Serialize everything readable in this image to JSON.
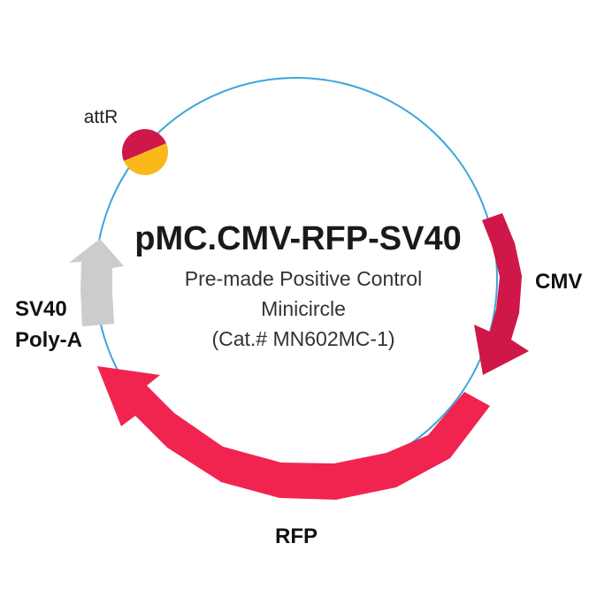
{
  "plasmid": {
    "name": "pMC.CMV-RFP-SV40",
    "description_lines": [
      "Pre-made Positive Control",
      "Minicircle",
      "(Cat.# MN602MC-1)"
    ]
  },
  "features": [
    {
      "id": "cmv",
      "label": "CMV",
      "color": "#d0174a"
    },
    {
      "id": "rfp",
      "label": "RFP",
      "color": "#f0244f"
    },
    {
      "id": "sv40",
      "label_lines": [
        "SV40",
        "Poly-A"
      ],
      "color": "#cccccc"
    }
  ],
  "site": {
    "label": "attR",
    "colors": [
      "#d0174a",
      "#fbb81a"
    ]
  },
  "backbone_color": "#3aa6dc"
}
